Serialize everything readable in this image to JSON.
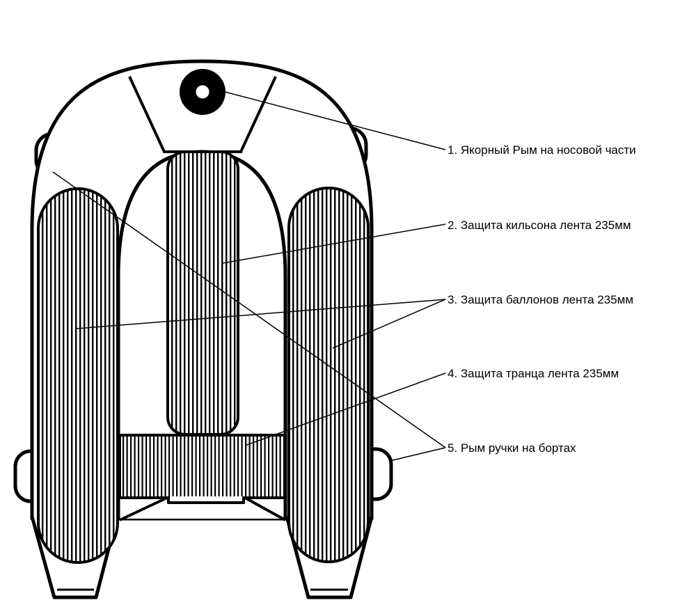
{
  "diagram": {
    "callouts": [
      {
        "id": "anchor",
        "label": "1.  Якорный Рым на носовой части"
      },
      {
        "id": "keel",
        "label": "2.  Защита кильсона лента 235мм"
      },
      {
        "id": "tubes",
        "label": "3. Защита баллонов лента 235мм"
      },
      {
        "id": "transom",
        "label": "4. Защита транца лента 235мм"
      },
      {
        "id": "handles",
        "label": "5. Рым ручки на бортах"
      }
    ]
  },
  "colors": {
    "stroke": "#000000",
    "fill": "#ffffff"
  }
}
